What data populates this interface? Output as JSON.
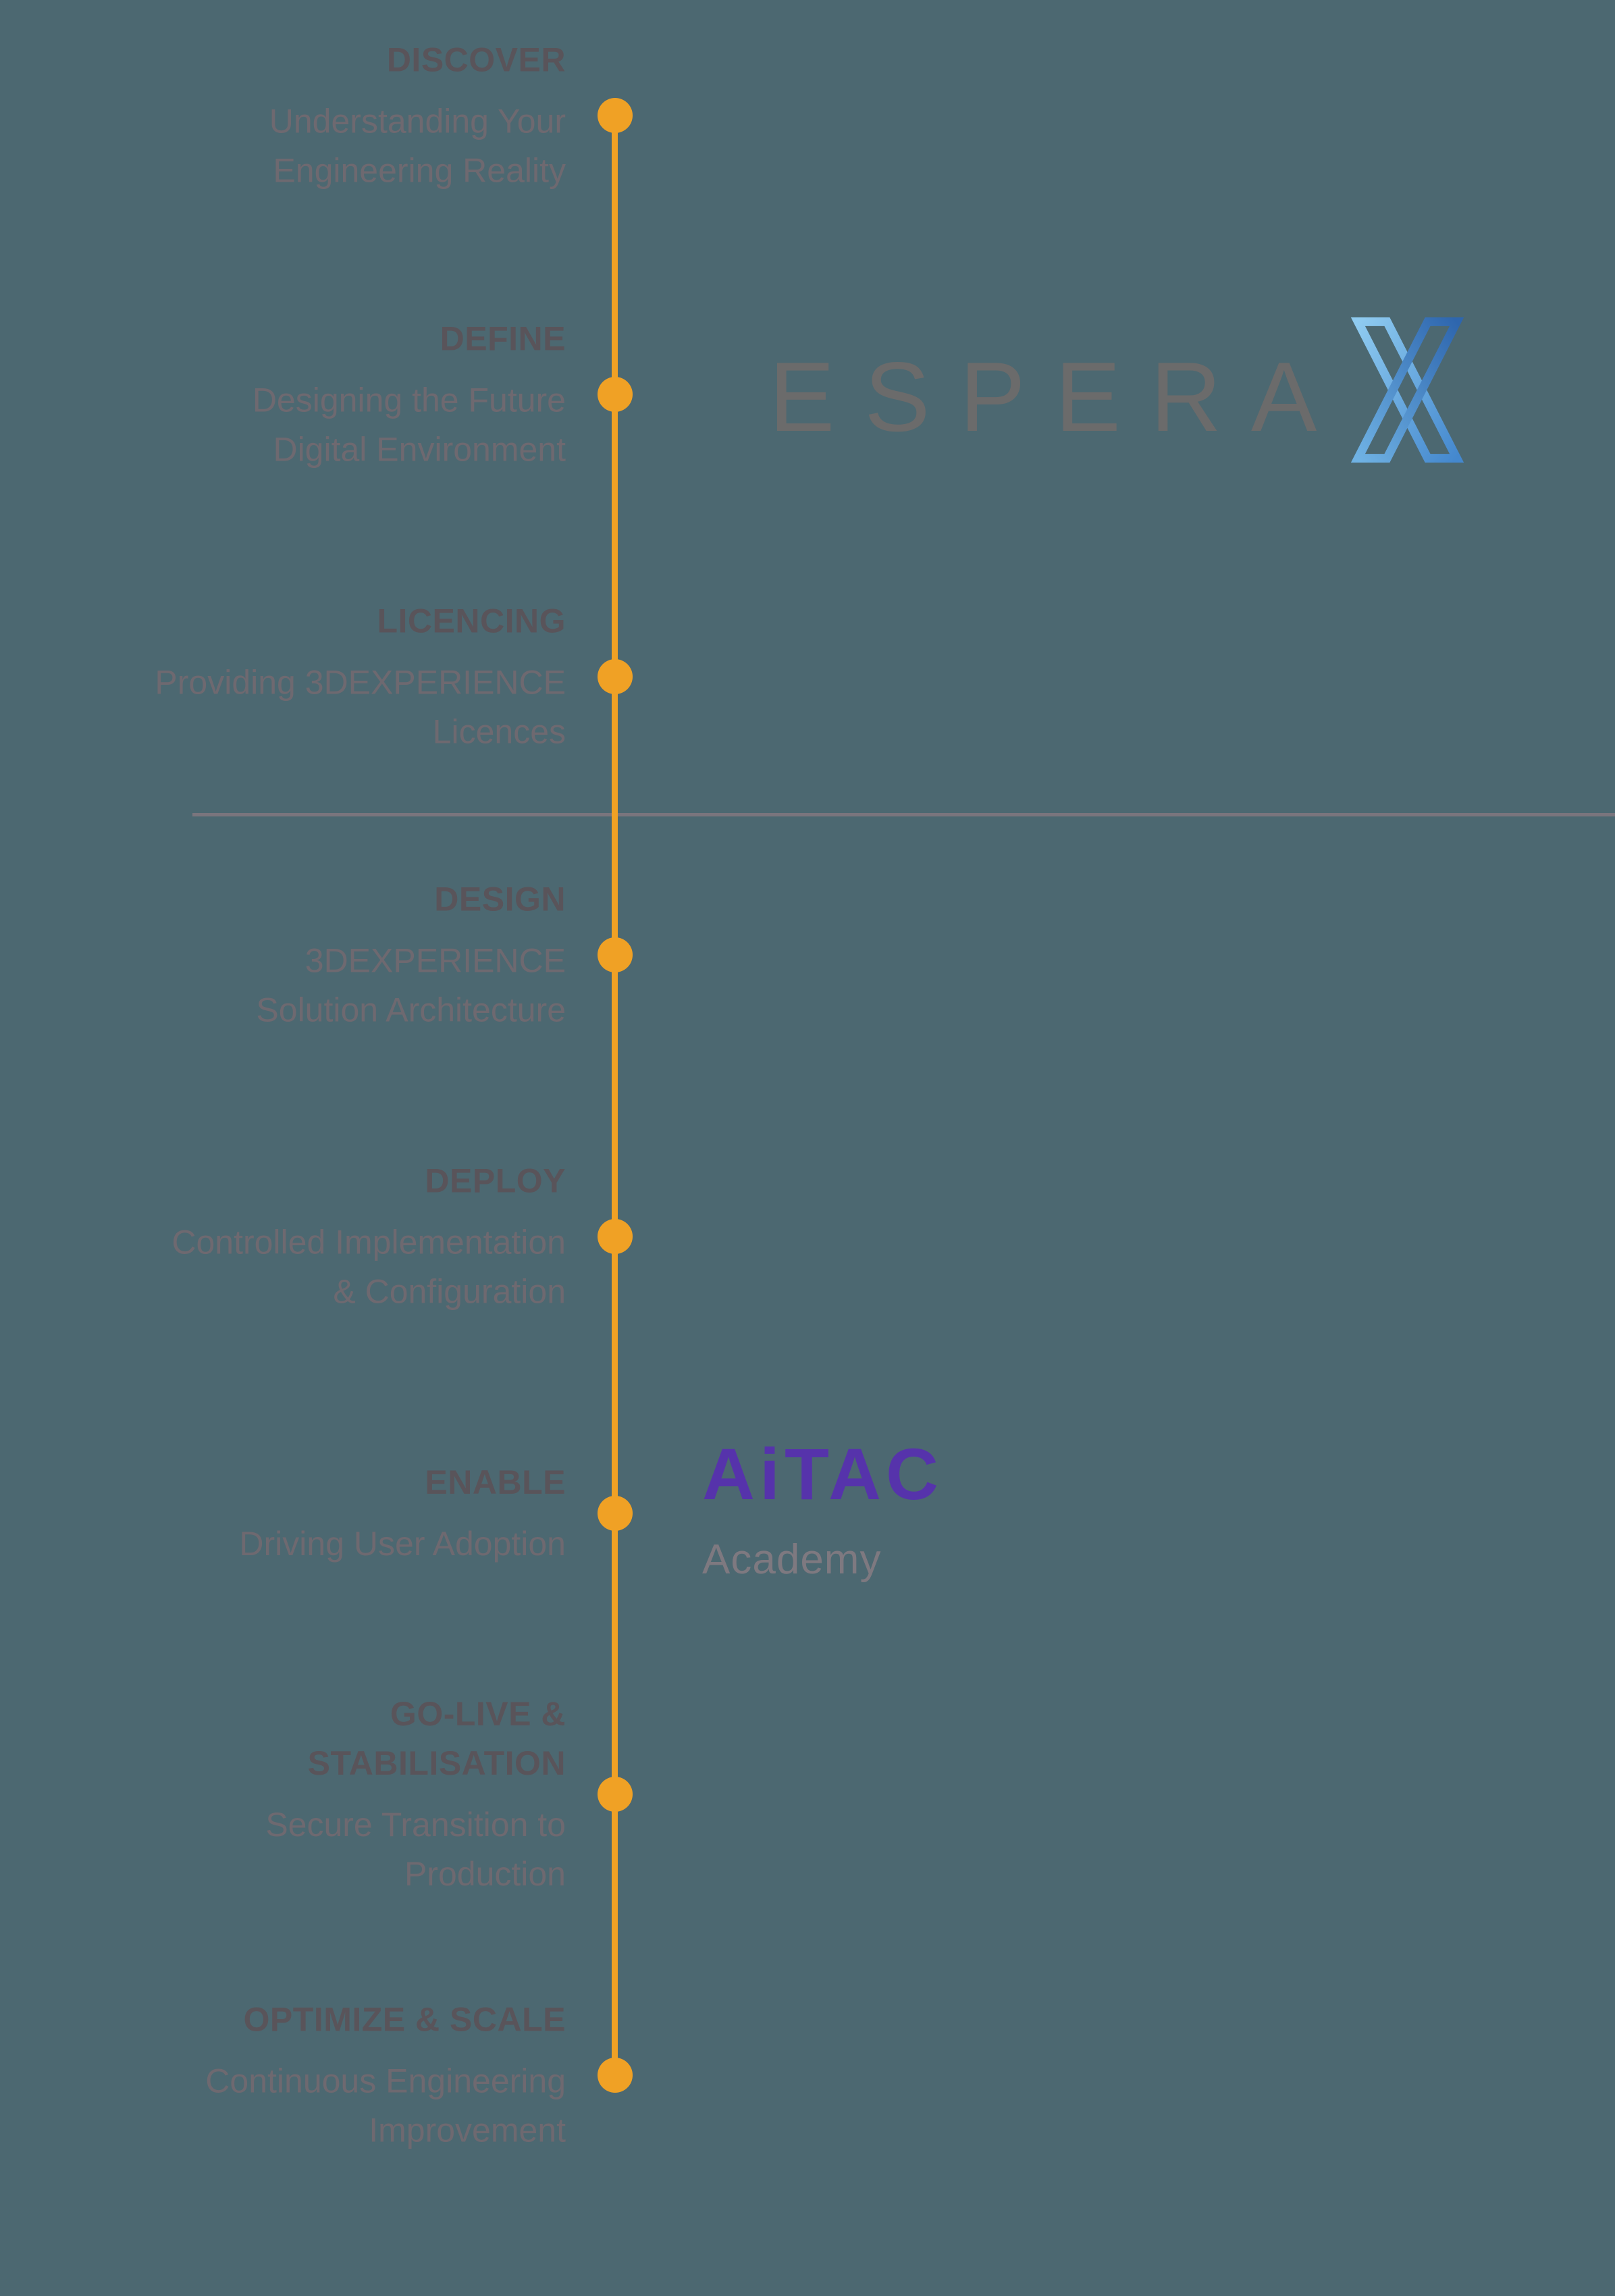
{
  "colors": {
    "background": "#4C6871",
    "timeline_accent": "#F0A125",
    "divider": "#7A757D",
    "stage_title": "#59545A",
    "stage_description": "#6E6970",
    "espera_gray": "#6B6B6B",
    "espera_x_blue_light": "#86C1EC",
    "espera_x_blue_dark": "#2E66AE",
    "aitac_purple": "#5633AB",
    "academy_gray": "#7E7980"
  },
  "logos": {
    "espera": {
      "text": "ESPERA",
      "x_icon": "espera-x-icon"
    },
    "aitac": {
      "text": "AiTAC",
      "subtext": "Academy"
    }
  },
  "timeline": {
    "orientation": "vertical",
    "stages": [
      {
        "title": "DISCOVER",
        "description": "Understanding Your\nEngineering Reality"
      },
      {
        "title": "DEFINE",
        "description": "Designing the Future\nDigital Environment"
      },
      {
        "title": "LICENCING",
        "description": "Providing 3DEXPERIENCE\nLicences"
      },
      {
        "title": "DESIGN",
        "description": "3DEXPERIENCE\nSolution Architecture"
      },
      {
        "title": "DEPLOY",
        "description": "Controlled Implementation\n& Configuration"
      },
      {
        "title": "ENABLE",
        "description": "Driving User Adoption"
      },
      {
        "title": "GO-LIVE &\nSTABILISATION",
        "description": "Secure Transition to\nProduction"
      },
      {
        "title": "OPTIMIZE & SCALE",
        "description": "Continuous Engineering\nImprovement"
      }
    ]
  }
}
